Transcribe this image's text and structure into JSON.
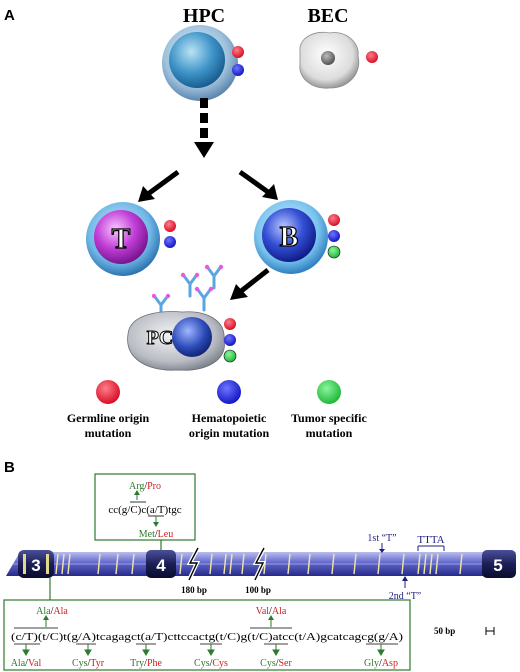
{
  "panelA": {
    "label": "A",
    "hpc": "HPC",
    "bec": "BEC",
    "t_cell": "T",
    "b_cell": "B",
    "pc": "PC",
    "legend": [
      {
        "line1": "Germline origin",
        "line2": "mutation",
        "color": "#e0102a"
      },
      {
        "line1": "Hematopoietic",
        "line2": "origin mutation",
        "color": "#1a1fd0"
      },
      {
        "line1": "Tumor specific",
        "line2": "mutation",
        "color": "#22c640"
      }
    ]
  },
  "panelB": {
    "label": "B",
    "exons": [
      "3",
      "4",
      "5"
    ],
    "break1": "180 bp",
    "break2": "100 bp",
    "first_t": "1st “T”",
    "tandem": "TTTA",
    "second_t": "2nd “T”",
    "scale": "50 bp",
    "box1": {
      "top": "Arg/Pro",
      "seq": "cc(g/C)c(a/T)tgc",
      "bottom": "Met/Leu"
    },
    "box2": {
      "seq": "(c/T)(t/C)t(g/A)tcagagct(a/T)cttccactg(t/C)g(t/C)atcc(t/A)gcatcagcg(g/A)",
      "top1": "Ala/Ala",
      "top2": "Val/Ala",
      "bottom": [
        "Ala/Val",
        "Cys/Tyr",
        "Try/Phe",
        "Cys/Cys",
        "Cys/Ser",
        "Gly/Asp"
      ]
    }
  }
}
